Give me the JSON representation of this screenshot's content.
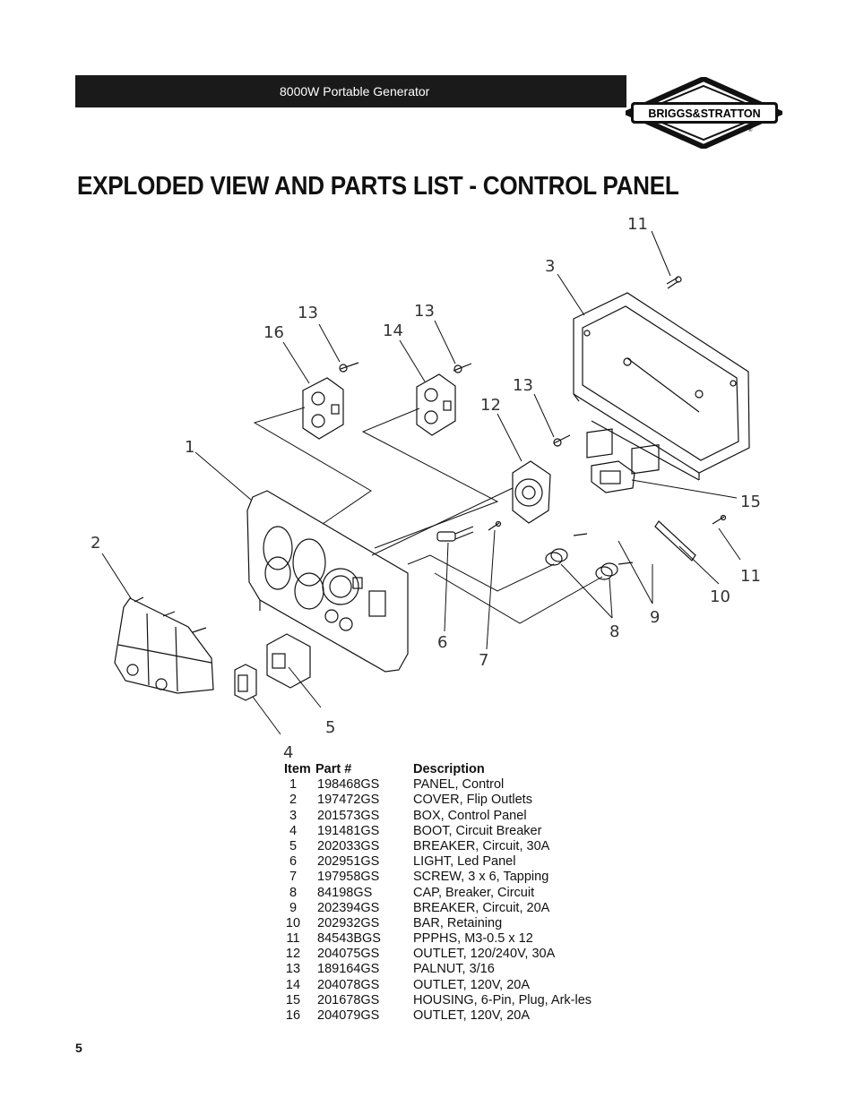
{
  "header": {
    "subtitle": "8000W Portable Generator"
  },
  "logo": {
    "brand_text": "BRIGGS&STRATTON"
  },
  "page_title": "EXPLODED VIEW AND PARTS LIST - CONTROL PANEL",
  "diagram": {
    "callouts": [
      "11",
      "3",
      "13",
      "13",
      "16",
      "14",
      "13",
      "12",
      "1",
      "2",
      "15",
      "11",
      "10",
      "9",
      "8",
      "6",
      "7",
      "5",
      "4"
    ]
  },
  "parts_table": {
    "headers": {
      "item": "Item",
      "part": "Part #",
      "description": "Description"
    },
    "rows": [
      {
        "item": "1",
        "part": "198468GS",
        "description": "PANEL, Control"
      },
      {
        "item": "2",
        "part": "197472GS",
        "description": "COVER, Flip Outlets"
      },
      {
        "item": "3",
        "part": "201573GS",
        "description": "BOX, Control Panel"
      },
      {
        "item": "4",
        "part": "191481GS",
        "description": "BOOT, Circuit Breaker"
      },
      {
        "item": "5",
        "part": "202033GS",
        "description": "BREAKER, Circuit, 30A"
      },
      {
        "item": "6",
        "part": "202951GS",
        "description": "LIGHT, Led Panel"
      },
      {
        "item": "7",
        "part": "197958GS",
        "description": "SCREW, 3 x 6, Tapping"
      },
      {
        "item": "8",
        "part": "84198GS",
        "description": "CAP, Breaker, Circuit"
      },
      {
        "item": "9",
        "part": "202394GS",
        "description": "BREAKER, Circuit, 20A"
      },
      {
        "item": "10",
        "part": "202932GS",
        "description": "BAR, Retaining"
      },
      {
        "item": "11",
        "part": "84543BGS",
        "description": "PPPHS, M3-0.5 x 12"
      },
      {
        "item": "12",
        "part": "204075GS",
        "description": "OUTLET, 120/240V, 30A"
      },
      {
        "item": "13",
        "part": "189164GS",
        "description": "PALNUT, 3/16"
      },
      {
        "item": "14",
        "part": "204078GS",
        "description": "OUTLET, 120V, 20A"
      },
      {
        "item": "15",
        "part": "201678GS",
        "description": "HOUSING, 6-Pin, Plug, Ark-les"
      },
      {
        "item": "16",
        "part": "204079GS",
        "description": "OUTLET, 120V, 20A"
      }
    ]
  },
  "footer": {
    "page_number": "5"
  }
}
